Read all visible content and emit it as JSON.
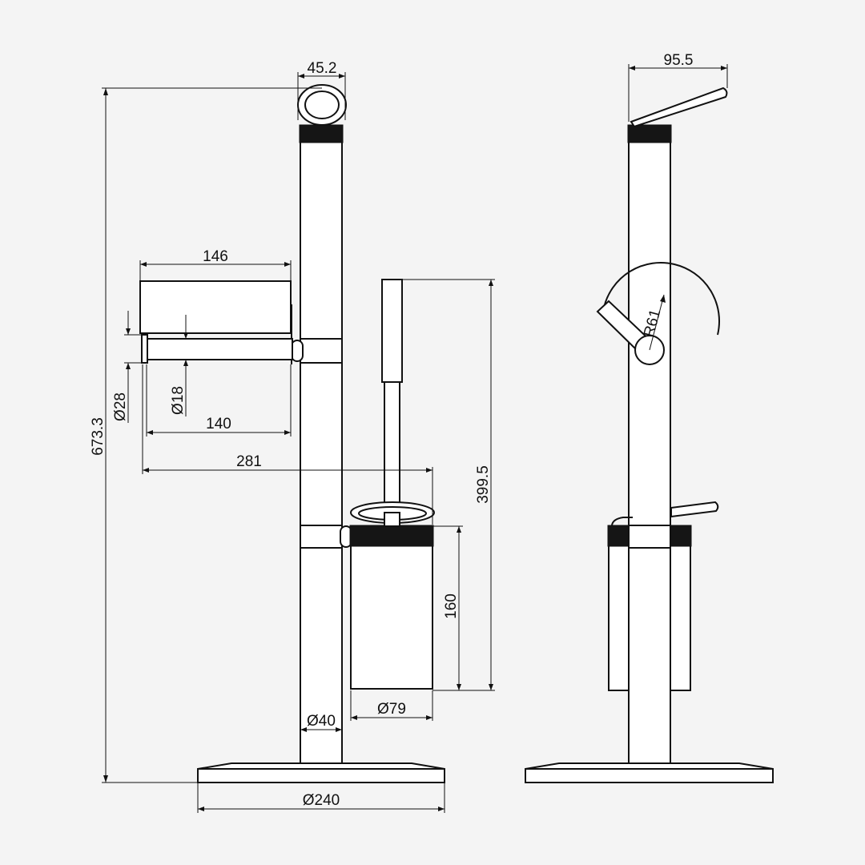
{
  "colors": {
    "background": "#f4f4f4",
    "line": "#111111",
    "knurl": "#151515"
  },
  "views": [
    "front-view",
    "side-view"
  ],
  "dimensions": {
    "ring_width": "45.2",
    "total_height": "673.3",
    "holder_width": "146",
    "roll_bar_diameter": "Ø18",
    "clamp_diameter": "Ø28",
    "roll_bar_length": "140",
    "arm_reach": "281",
    "brush_height": "399.5",
    "cup_height": "160",
    "cup_diameter": "Ø79",
    "pole_diameter": "Ø40",
    "base_diameter": "Ø240",
    "side_hook_reach": "95.5",
    "cover_radius": "R61"
  }
}
